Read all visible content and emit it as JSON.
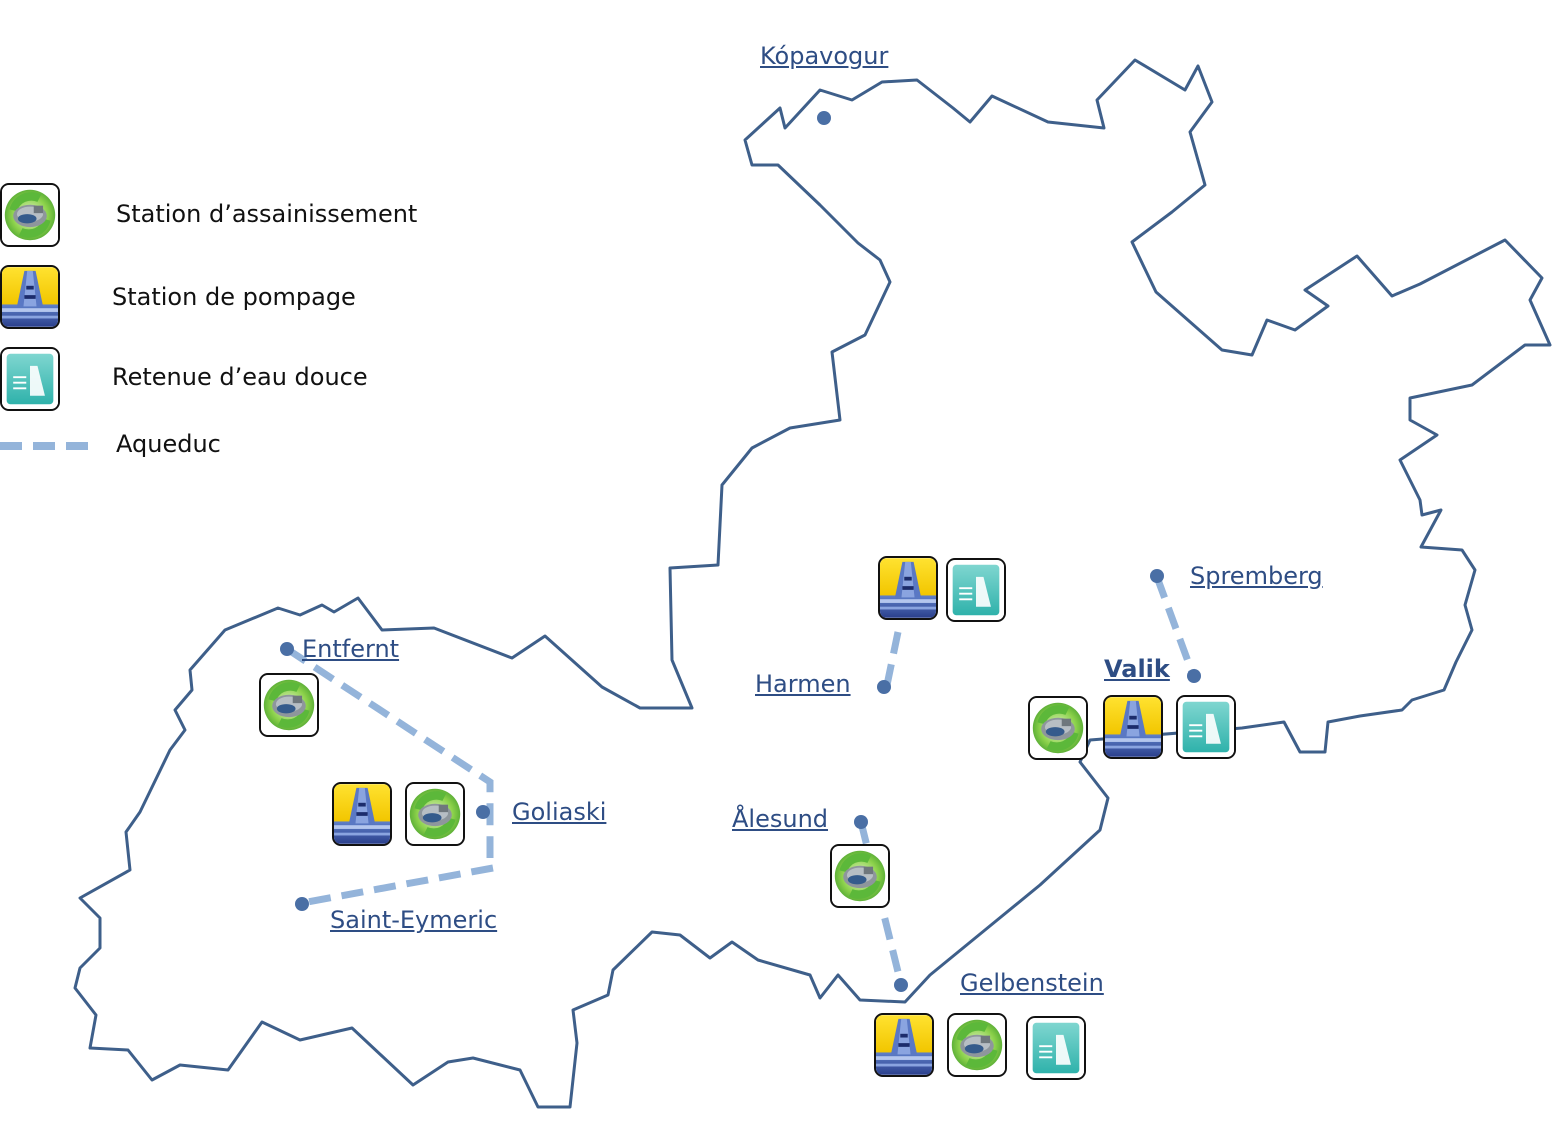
{
  "legend": {
    "items": [
      {
        "key": "sanitation",
        "label": "Station d’assainissement"
      },
      {
        "key": "pumping",
        "label": "Station de pompage"
      },
      {
        "key": "reservoir",
        "label": "Retenue d’eau douce"
      },
      {
        "key": "aqueduct",
        "label": "Aqueduc"
      }
    ]
  },
  "cities": {
    "kopavogur": "Kópavogur",
    "entfernt": "Entfernt",
    "goliaski": "Goliaski",
    "saint_eymeric": "Saint-Eymeric",
    "harmen": "Harmen",
    "spremberg": "Spremberg",
    "valik": "Valik",
    "alesund": "Ålesund",
    "gelbenstein": "Gelbenstein"
  },
  "colors": {
    "border": "#3e5f8a",
    "aqueduct": "#94b4da",
    "city_dot": "#4a6fa5",
    "city_label": "#2e4d84"
  }
}
